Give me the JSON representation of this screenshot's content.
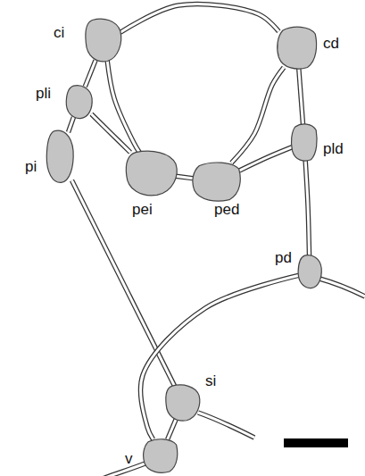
{
  "diagram": {
    "nodes": [
      {
        "text": [
          "ci"
        ]
      },
      {
        "text": [
          "cd"
        ]
      },
      {
        "text": [
          "pli"
        ]
      },
      {
        "text": [
          "pld"
        ]
      },
      {
        "text": [
          "pi"
        ]
      },
      {
        "text": [
          "pei"
        ]
      },
      {
        "text": [
          "ped"
        ]
      },
      {
        "text": [
          "pd"
        ]
      },
      {
        "text": [
          "si"
        ]
      },
      {
        "text": [
          "v"
        ]
      }
    ],
    "edges": [
      {
        "from": 0,
        "to": 1,
        "arrow": "none"
      },
      {
        "from": 0,
        "to": 2,
        "arrow": "none"
      },
      {
        "from": 0,
        "to": 5,
        "arrow": "none"
      },
      {
        "from": 2,
        "to": 5,
        "arrow": "none"
      },
      {
        "from": 2,
        "to": 4,
        "arrow": "none"
      },
      {
        "from": 5,
        "to": 6,
        "arrow": "none"
      },
      {
        "from": 6,
        "to": 3,
        "arrow": "none"
      },
      {
        "from": 6,
        "to": 1,
        "arrow": "none"
      },
      {
        "from": 1,
        "to": 3,
        "arrow": "none"
      },
      {
        "from": 3,
        "to": 7,
        "arrow": "none"
      },
      {
        "from": 4,
        "to": 8,
        "arrow": "none"
      },
      {
        "from": 7,
        "to": 9,
        "arrow": "none"
      },
      {
        "from": 8,
        "to": 9,
        "arrow": "none"
      }
    ]
  }
}
